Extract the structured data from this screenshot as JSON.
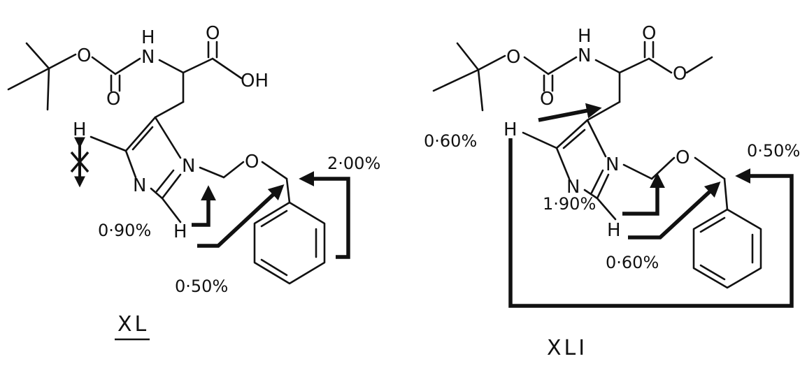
{
  "atoms": {
    "o": "O",
    "h": "H",
    "n": "N",
    "oh": "OH"
  },
  "left": {
    "compound_label": "XL",
    "noe": {
      "h2_to_ch2": "0·90%",
      "h2_to_benzylic": "0·50%",
      "benzylic_phenyl": "2·00%"
    }
  },
  "right": {
    "compound_label": "XLI",
    "noe": {
      "h5": "0·60%",
      "h2_to_ch2": "1·90%",
      "h2_to_benzylic": "0·60%",
      "h5_to_benzylic": "0·50%"
    }
  }
}
